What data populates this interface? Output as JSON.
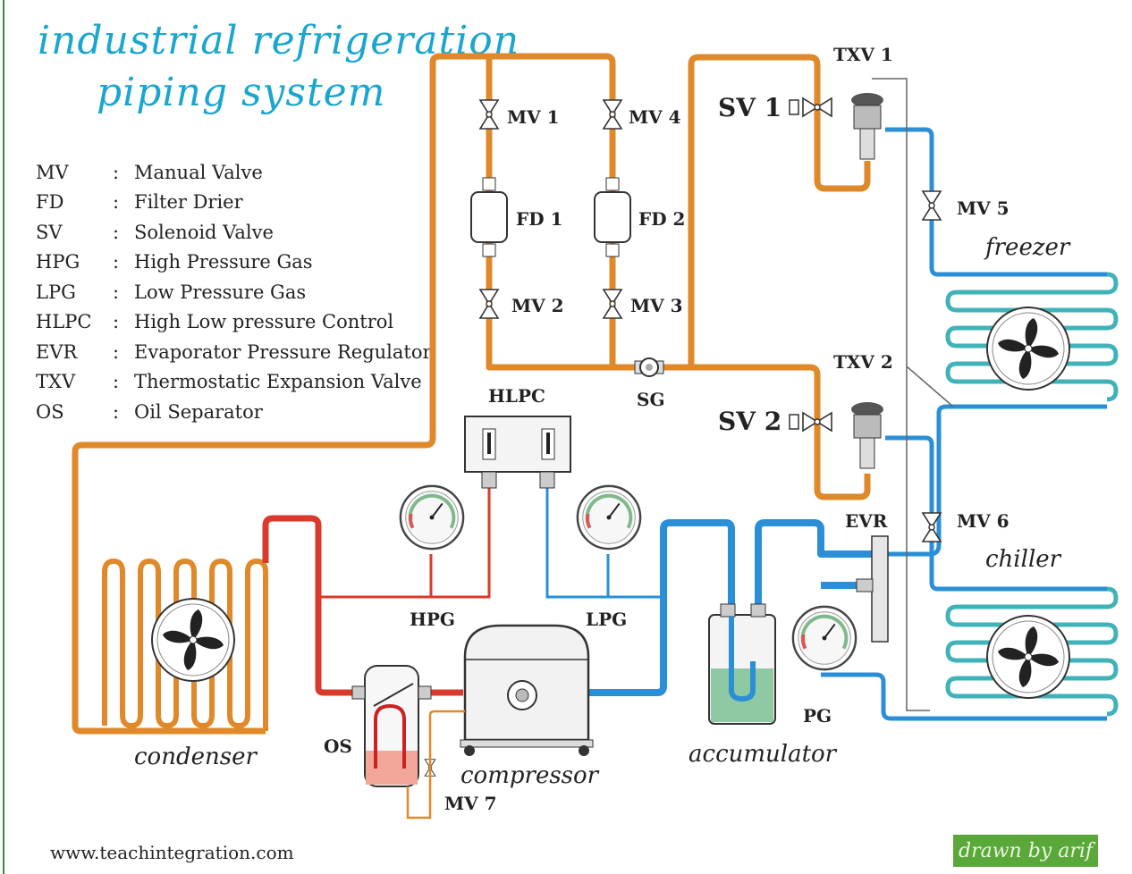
{
  "title": {
    "line1": "industrial refrigeration",
    "line2": "piping system"
  },
  "legend": [
    {
      "abbr": "MV",
      "sep": ":",
      "desc": "Manual Valve"
    },
    {
      "abbr": "FD",
      "sep": ":",
      "desc": "Filter Drier"
    },
    {
      "abbr": "SV",
      "sep": ":",
      "desc": "Solenoid Valve"
    },
    {
      "abbr": "HPG",
      "sep": ":",
      "desc": "High Pressure Gas"
    },
    {
      "abbr": "LPG",
      "sep": ":",
      "desc": "Low Pressure Gas"
    },
    {
      "abbr": "HLPC",
      "sep": ":",
      "desc": "High Low pressure Control"
    },
    {
      "abbr": "EVR",
      "sep": ":",
      "desc": "Evaporator Pressure Regulator"
    },
    {
      "abbr": "TXV",
      "sep": ":",
      "desc": "Thermostatic Expansion Valve"
    },
    {
      "abbr": "OS",
      "sep": ":",
      "desc": "Oil Separator"
    }
  ],
  "labels": {
    "mv1": "MV 1",
    "mv2": "MV 2",
    "mv3": "MV 3",
    "mv4": "MV 4",
    "mv5": "MV 5",
    "mv6": "MV 6",
    "mv7": "MV 7",
    "fd1": "FD 1",
    "fd2": "FD 2",
    "sv1": "SV 1",
    "sv2": "SV 2",
    "txv1": "TXV 1",
    "txv2": "TXV 2",
    "sg": "SG",
    "hlpc": "HLPC",
    "hpg": "HPG",
    "lpg": "LPG",
    "evr": "EVR",
    "pg": "PG",
    "os": "OS"
  },
  "components": {
    "freezer": "freezer",
    "chiller": "chiller",
    "condenser": "condenser",
    "compressor": "compressor",
    "accumulator": "accumulator"
  },
  "footer": {
    "url": "www.teachintegration.com",
    "credit": "drawn by arif"
  },
  "colors": {
    "liquid_line": "#e0892a",
    "hot_gas_line": "#d93a2b",
    "suction_line": "#2a8fd6",
    "coil": "#3fb3b8",
    "title": "#1aa6cf",
    "badge": "#5aa83a"
  }
}
